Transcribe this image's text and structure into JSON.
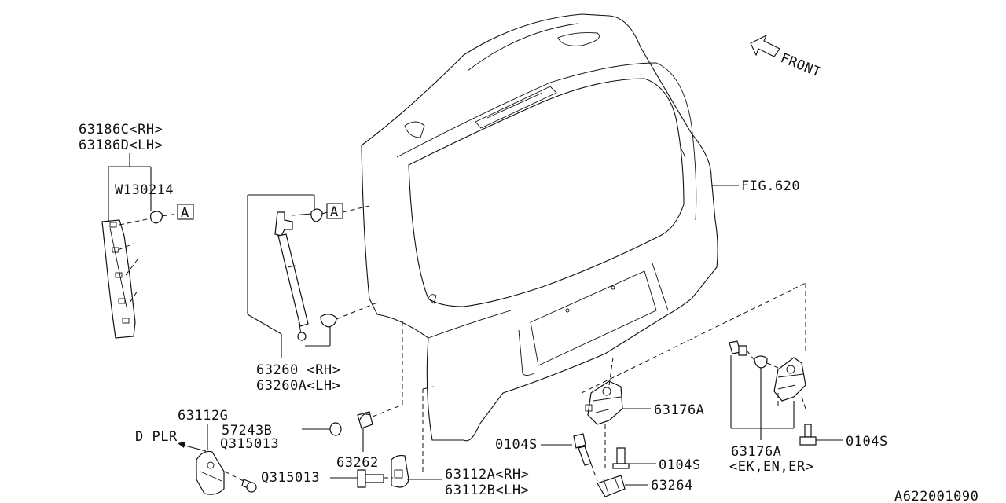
{
  "labels": {
    "l63186c": "63186C<RH>",
    "l63186d": "63186D<LH>",
    "lw130214": "W130214",
    "lfig620": "FIG.620",
    "lfront": "FRONT",
    "l63260": "63260 <RH>",
    "l63260a": "63260A<LH>",
    "l63112g": "63112G",
    "ldplr": "D PLR",
    "lq315013a": "Q315013",
    "lq315013b": "Q315013",
    "l57243b": "57243B",
    "l63262": "63262",
    "l63112a": "63112A<RH>",
    "l63112b": "63112B<LH>",
    "l0104s_a": "0104S",
    "l0104s_b": "0104S",
    "l0104s_c": "0104S",
    "l63176a_a": "63176A",
    "l63176a_b": "63176A",
    "lek": "<EK,EN,ER>",
    "l63264": "63264",
    "lref": "A622001090",
    "refA1": "A",
    "refA2": "A"
  }
}
